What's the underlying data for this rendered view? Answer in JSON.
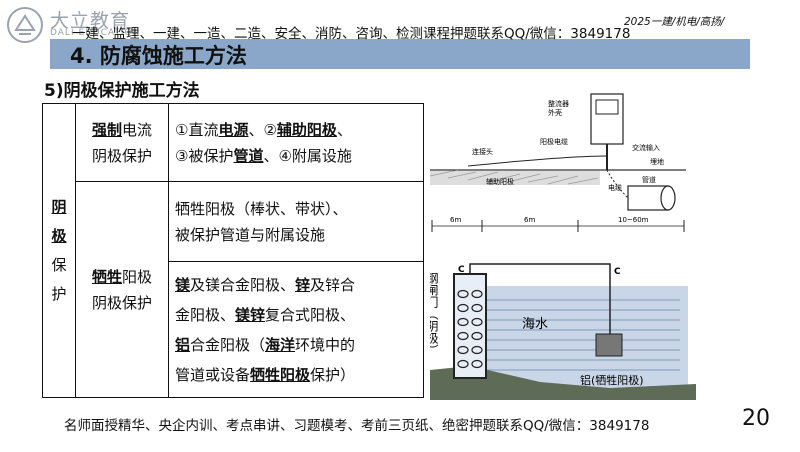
{
  "brand": {
    "name": "大立教育",
    "sub": "DALI EDUCATION"
  },
  "top_banner": "一建、监理、一建、一造、二造、安全、消防、咨询、检测课程押题联系QQ/微信：3849178",
  "top_tag": "2025一建/机电/高扬/",
  "section_title": "4. 防腐蚀施工方法",
  "sub_title": "5)阴极保护施工方法",
  "table": {
    "left_label": [
      "阴",
      "极",
      "保",
      "护"
    ],
    "forced": {
      "label_a": "强制",
      "label_b": "电流",
      "label_c": "阴极保护",
      "content": [
        [
          {
            "t": "①直流"
          },
          {
            "t": "电源",
            "u": true
          },
          {
            "t": "、②"
          },
          {
            "t": "辅助阳极",
            "u": true
          },
          {
            "t": "、"
          }
        ],
        [
          {
            "t": "③被保护"
          },
          {
            "t": "管道",
            "u": true
          },
          {
            "t": "、④附属设施"
          }
        ]
      ]
    },
    "sacrificial": {
      "label_a": "牺牲",
      "label_b": "阳极",
      "label_c": "阴极保护",
      "content_1": [
        "牺牲阳极（棒状、带状）、",
        "被保护管道与附属设施"
      ],
      "content_2": [
        [
          {
            "t": "镁",
            "u": true
          },
          {
            "t": "及镁合金阳极、"
          },
          {
            "t": "锌",
            "u": true
          },
          {
            "t": "及锌合"
          }
        ],
        [
          {
            "t": "金阳极、"
          },
          {
            "t": "镁锌",
            "u": true
          },
          {
            "t": "复合式阳极、"
          }
        ],
        [
          {
            "t": "铝",
            "u": true
          },
          {
            "t": "合金阳极（"
          },
          {
            "t": "海洋",
            "u": true
          },
          {
            "t": "环境中的"
          }
        ],
        [
          {
            "t": "管道或设备"
          },
          {
            "t": "牺牲阳极",
            "u": true
          },
          {
            "t": "保护）"
          }
        ]
      ]
    }
  },
  "diagram_top": {
    "labels": {
      "box": "整流器\n外壳",
      "pipe_label": "阳极电缆",
      "junction": "连接头",
      "ac": "交流输入",
      "bury": "埋地",
      "anode_bed": "辅助阳极",
      "cable": "电缆",
      "pipe": "管道",
      "dim1": "6m",
      "dim2": "6m",
      "dim3": "10~60m"
    }
  },
  "diagram_bottom": {
    "gate_label": "钢闸门（阴极）",
    "water_label": "海水",
    "anode_label": "铝(牺牲阳极)",
    "c_left": "C",
    "c_right": "C"
  },
  "footer": "名师面授精华、央企内训、考点串讲、习题模考、考前三页纸、绝密押题联系QQ/微信：3849178",
  "page_number": "20",
  "colors": {
    "section_bar": "#8aa6c8",
    "water": "#c9d6e8",
    "text": "#111111"
  }
}
